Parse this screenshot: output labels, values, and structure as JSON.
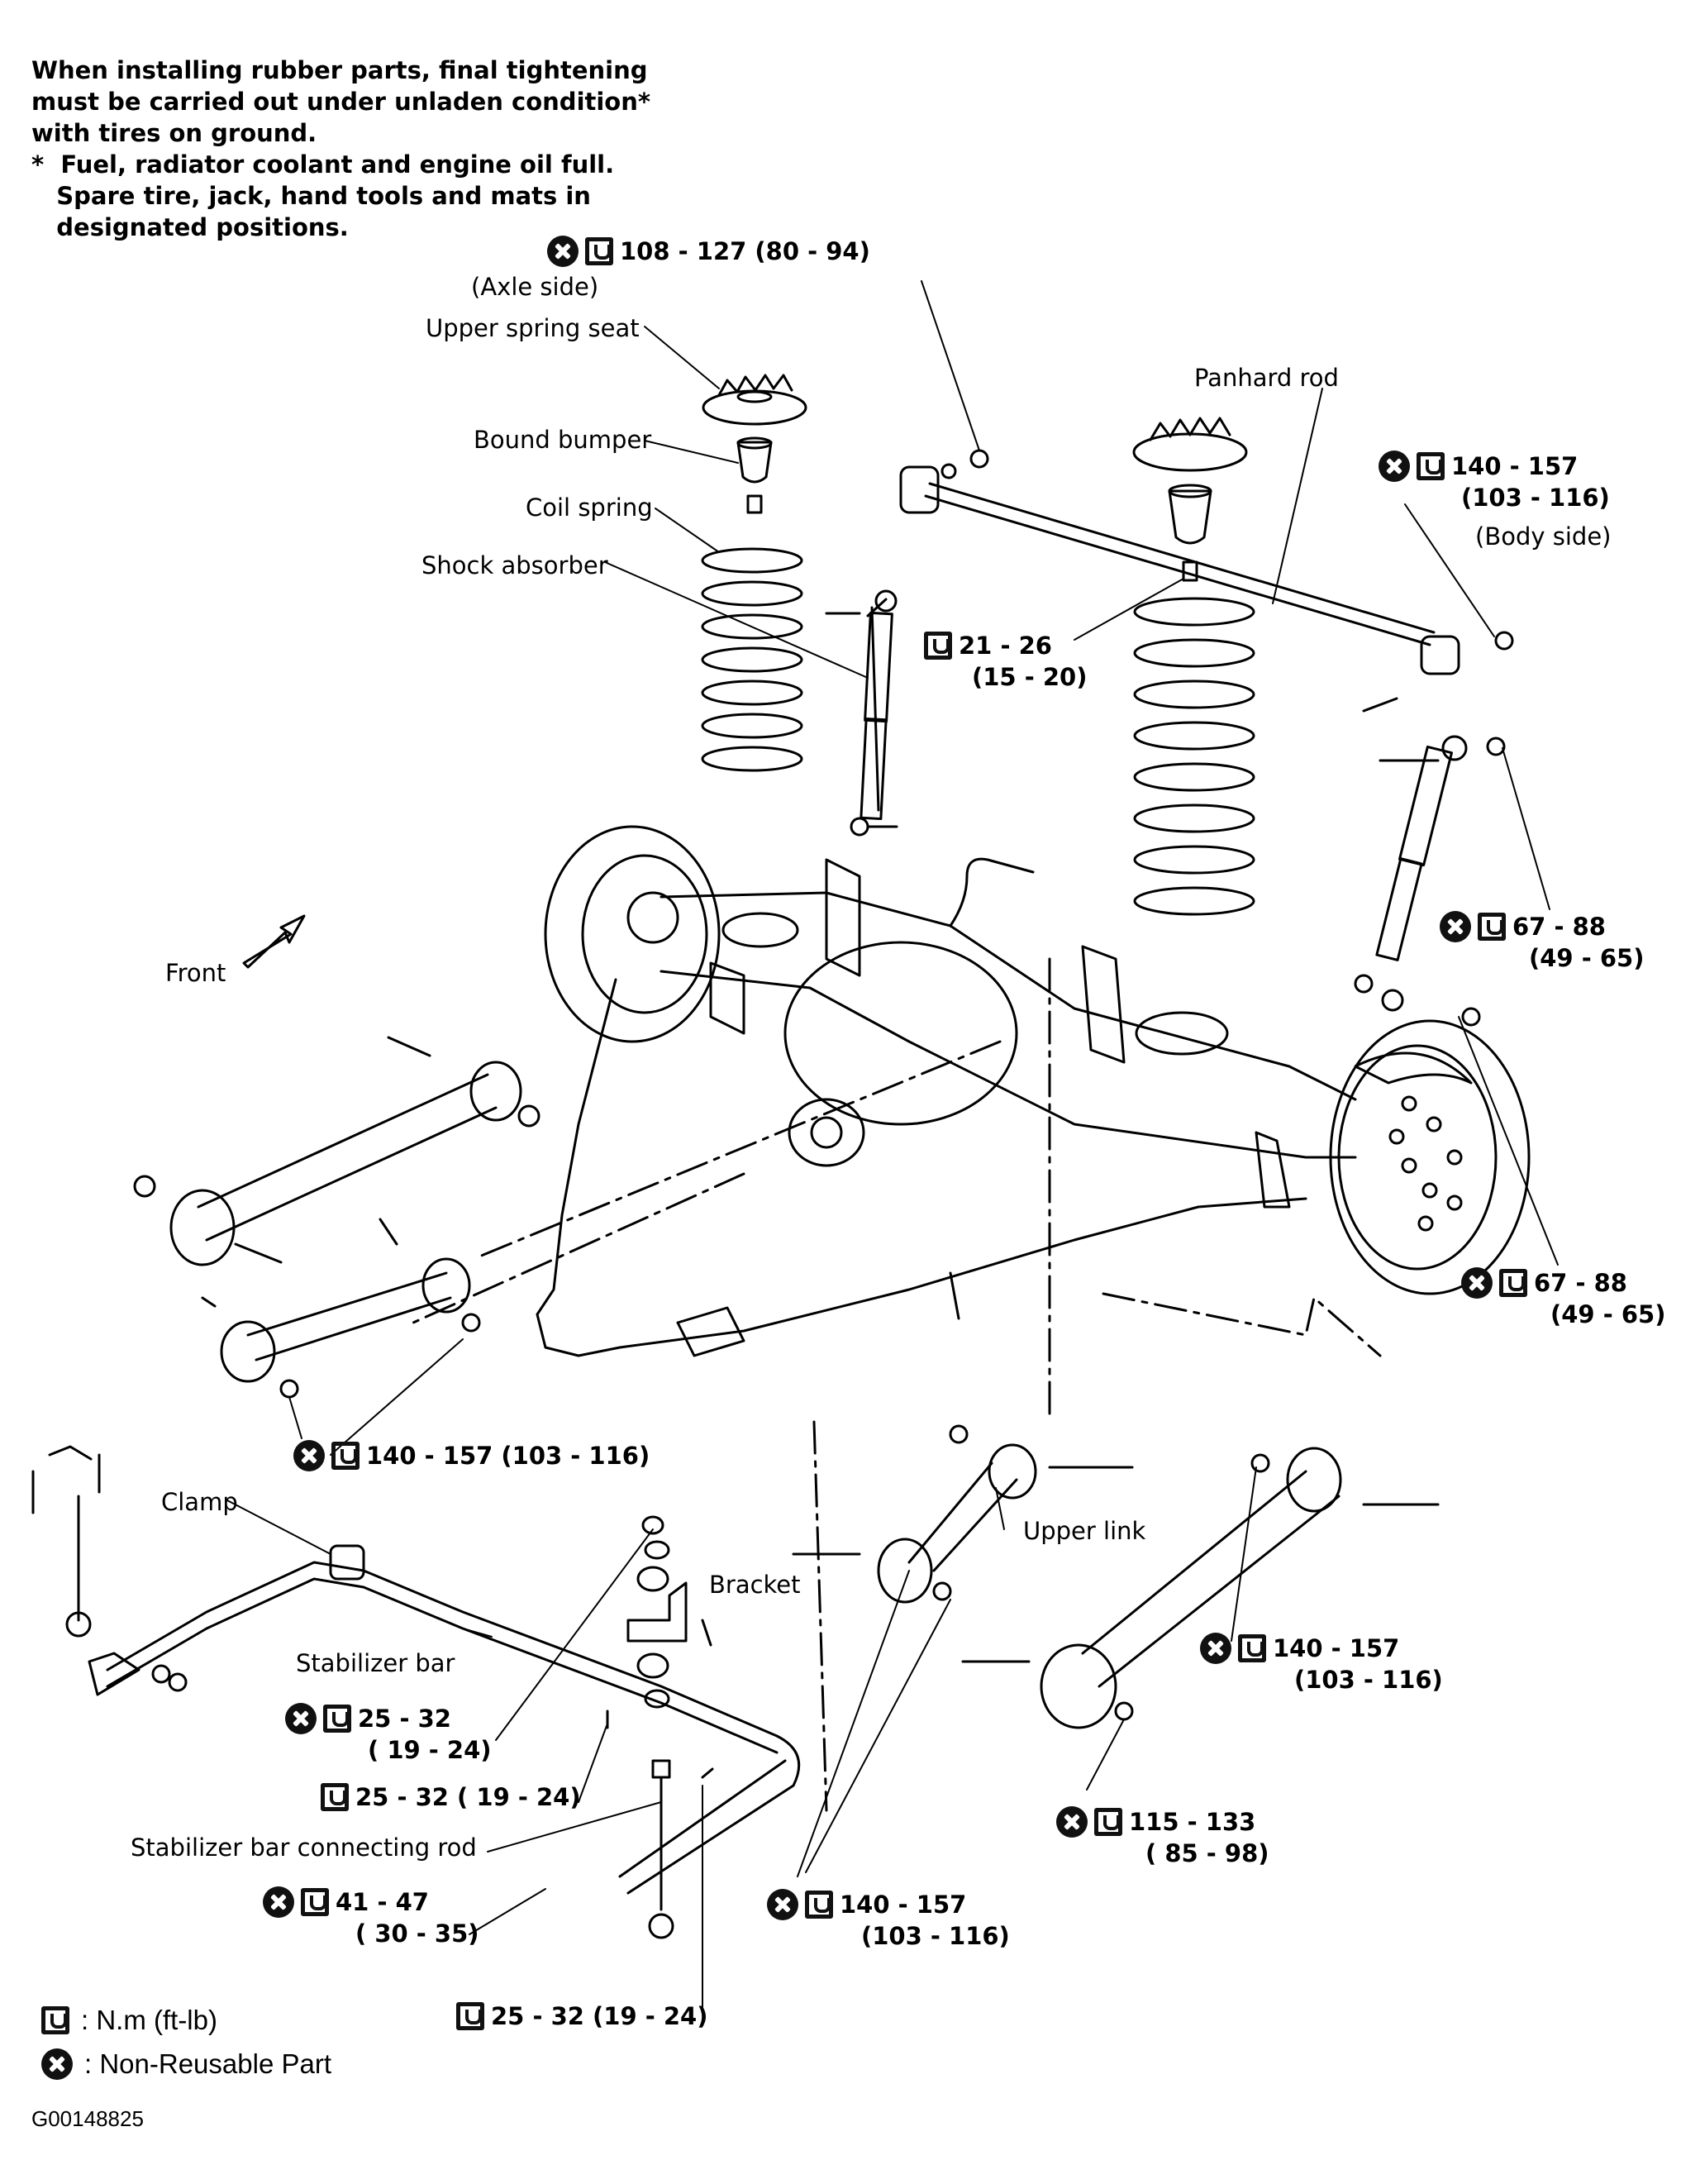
{
  "note": "When installing rubber parts, final tightening\nmust be carried out under unladen condition*\nwith tires on ground.\n*  Fuel, radiator coolant and engine oil full.\n   Spare tire, jack, hand tools and mats in\n   designated positions.",
  "labels": {
    "axle_side": "(Axle side)",
    "upper_spring_seat": "Upper spring seat",
    "bound_bumper": "Bound bumper",
    "coil_spring": "Coil spring",
    "shock_absorber": "Shock absorber",
    "panhard_rod": "Panhard rod",
    "body_side": "(Body side)",
    "front": "Front",
    "clamp": "Clamp",
    "bracket": "Bracket",
    "upper_link": "Upper link",
    "stabilizer_bar": "Stabilizer bar",
    "stabilizer_rod": "Stabilizer bar connecting rod"
  },
  "torques": {
    "t1": "108 - 127 (80 - 94)",
    "t2a": "140 - 157",
    "t2b": "(103 - 116)",
    "t3a": "21 - 26",
    "t3b": "(15 - 20)",
    "t4a": "67 - 88",
    "t4b": "(49 - 65)",
    "t5a": "67 - 88",
    "t5b": "(49 - 65)",
    "t6": "140 - 157 (103 - 116)",
    "t7a": "140 - 157",
    "t7b": "(103 - 116)",
    "t8a": "25 - 32",
    "t8b": "( 19 - 24)",
    "t9": "25 - 32 ( 19 - 24)",
    "t10a": "115 - 133",
    "t10b": "( 85 - 98)",
    "t11a": "41 - 47",
    "t11b": "( 30 - 35)",
    "t12a": "140 - 157",
    "t12b": "(103 - 116)",
    "t13": "25 - 32 (19 - 24)"
  },
  "legend": {
    "torque": ":  N.m (ft-lb)",
    "nonreusable": ":  Non-Reusable Part"
  },
  "figure_code": "G00148825"
}
